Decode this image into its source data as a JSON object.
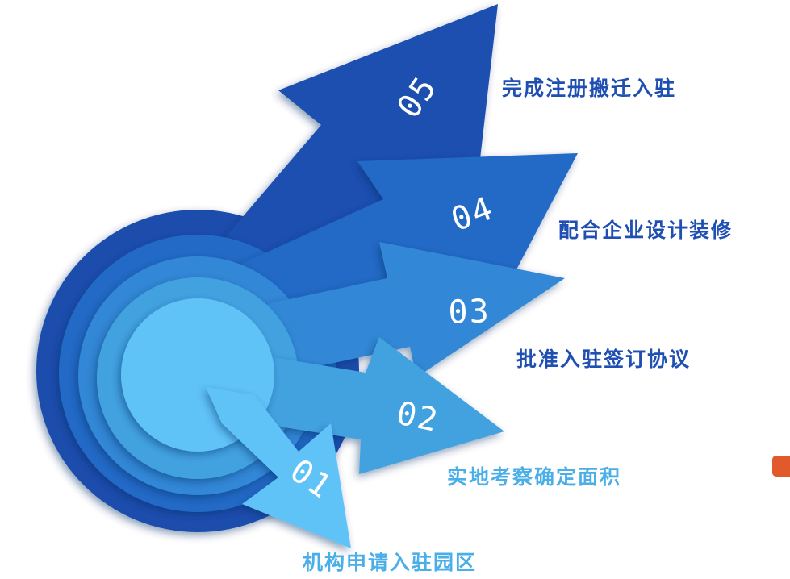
{
  "steps": [
    {
      "number": "01",
      "label": "机构申请入驻园区",
      "color": "#5ec3f8"
    },
    {
      "number": "02",
      "label": "实地考察确定面积",
      "color": "#43a2e0"
    },
    {
      "number": "03",
      "label": "批准入驻签订协议",
      "color": "#3288d6"
    },
    {
      "number": "04",
      "label": "配合企业设计装修",
      "color": "#216bc6"
    },
    {
      "number": "05",
      "label": "完成注册搬迁入驻",
      "color": "#1a4fb0"
    }
  ],
  "colors": {
    "label_main": "#1f4fb3",
    "label_light": "#4aaee9",
    "outer_ring": "#1e4ead"
  }
}
